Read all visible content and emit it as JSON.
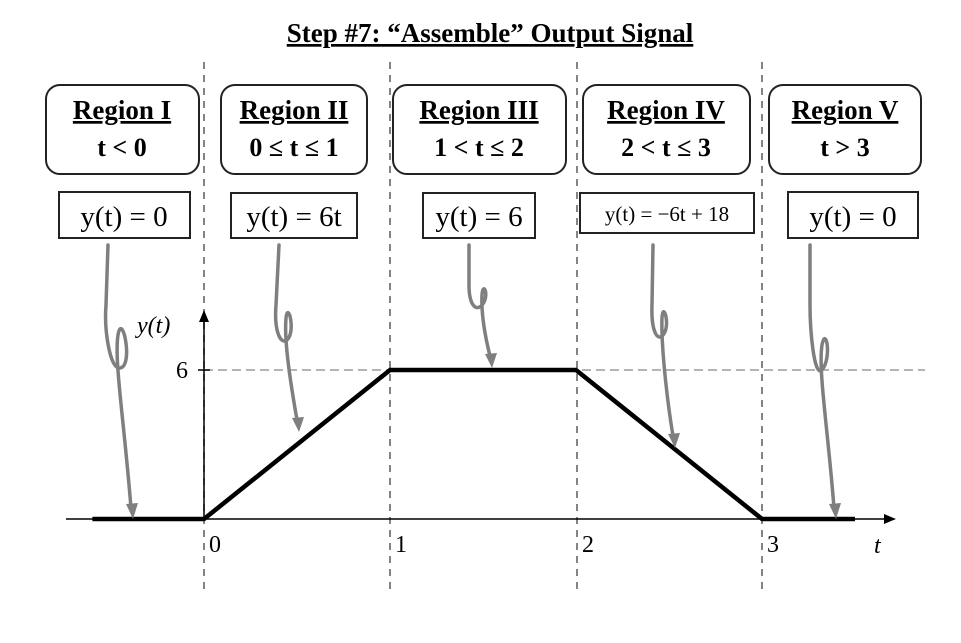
{
  "title": "Step #7: “Assemble” Output Signal",
  "regions": [
    {
      "name": "Region I",
      "range": "t < 0",
      "equation": "y(t) = 0"
    },
    {
      "name": "Region II",
      "range": "0 ≤ t ≤ 1",
      "equation": "y(t) = 6t"
    },
    {
      "name": "Region III",
      "range": "1 < t ≤ 2",
      "equation": "y(t) = 6"
    },
    {
      "name": "Region IV",
      "range": "2 < t ≤ 3",
      "equation": "y(t) = −6t + 18"
    },
    {
      "name": "Region V",
      "range": "t > 3",
      "equation": "y(t) = 0"
    }
  ],
  "axes": {
    "y_label": "y(t)",
    "x_label": "t",
    "y_tick": "6",
    "x_ticks": [
      "0",
      "1",
      "2",
      "3"
    ]
  },
  "signal": {
    "points": [
      [
        -0.6,
        0
      ],
      [
        0,
        0
      ],
      [
        1,
        6
      ],
      [
        2,
        6
      ],
      [
        3,
        0
      ],
      [
        3.5,
        0
      ]
    ]
  },
  "colors": {
    "signal": "#000000",
    "arrow": "#7f7f7f",
    "divider": "#666666",
    "box_border": "#222222"
  }
}
